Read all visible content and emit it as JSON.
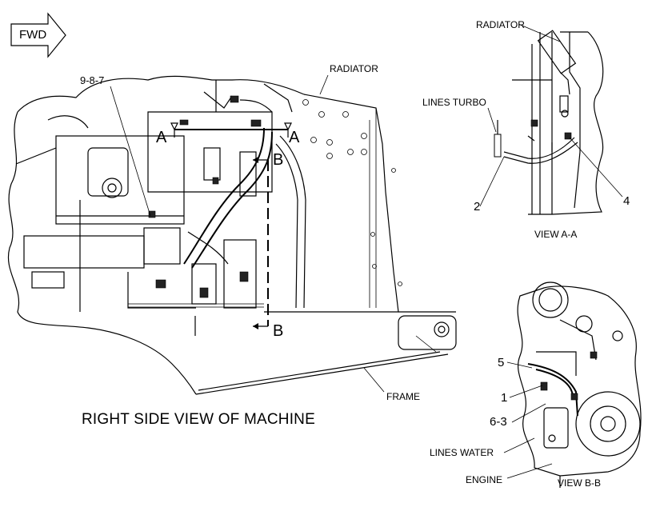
{
  "fwd_arrow": {
    "label": "FWD"
  },
  "main_view": {
    "title": "RIGHT SIDE VIEW OF MACHINE",
    "callout_987": "9-8-7",
    "radiator": "RADIATOR",
    "frame": "FRAME",
    "section_a": "A",
    "section_b": "B"
  },
  "view_aa": {
    "title": "VIEW A-A",
    "radiator": "RADIATOR",
    "lines_turbo": "LINES TURBO",
    "callout_2": "2",
    "callout_4": "4"
  },
  "view_bb": {
    "title": "VIEW B-B",
    "callout_5": "5",
    "callout_1": "1",
    "callout_63": "6-3",
    "lines_water": "LINES WATER",
    "engine": "ENGINE"
  }
}
